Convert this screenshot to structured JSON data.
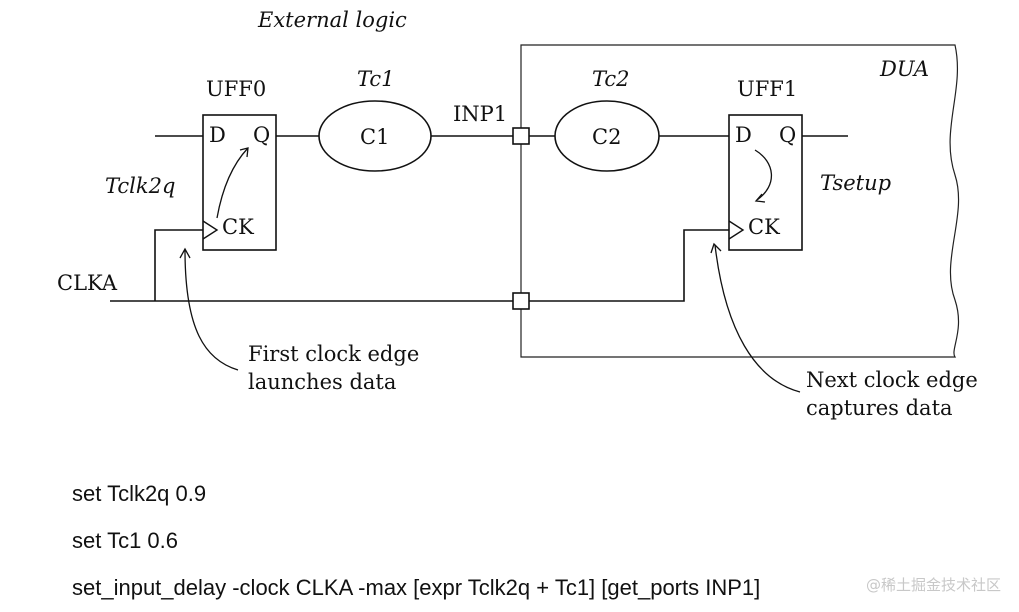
{
  "labels": {
    "external_logic": "External logic",
    "dua": "DUA",
    "uff0": "UFF0",
    "uff1": "UFF1",
    "tc1": "Tc1",
    "tc2": "Tc2",
    "c1": "C1",
    "c2": "C2",
    "inp1": "INP1",
    "tclk2q": "Tclk2q",
    "tsetup": "Tsetup",
    "clka": "CLKA",
    "pin_d": "D",
    "pin_q": "Q",
    "pin_ck": "CK"
  },
  "annotations": {
    "launch_line1": "First clock edge",
    "launch_line2": "launches data",
    "capture_line1": "Next clock edge",
    "capture_line2": "captures data"
  },
  "commands": [
    "set Tclk2q 0.9",
    "set Tc1 0.6",
    "set_input_delay -clock CLKA -max [expr Tclk2q + Tc1] [get_ports INP1]"
  ],
  "watermark": "@稀土掘金技术社区"
}
